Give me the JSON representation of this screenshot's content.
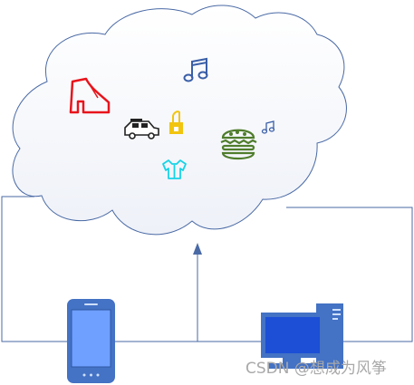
{
  "diagram": {
    "nodes": [
      {
        "id": "cloud",
        "kind": "cloud"
      },
      {
        "id": "smartphone",
        "kind": "device",
        "icon": "smartphone-icon"
      },
      {
        "id": "desktop-pc",
        "kind": "device",
        "icon": "desktop-computer-icon"
      }
    ],
    "cloud_icons": [
      "high-heel-shoe-icon",
      "music-note-icon",
      "taxi-icon",
      "lipstick-icon",
      "small-music-note-icon",
      "hamburger-icon",
      "shirt-icon"
    ],
    "connections": [
      {
        "from": "smartphone",
        "to": "cloud",
        "style": "line"
      },
      {
        "from": "desktop-pc",
        "to": "cloud",
        "style": "line"
      },
      {
        "from": "bus",
        "to": "cloud",
        "style": "arrow"
      }
    ],
    "colors": {
      "cloud_stroke": "#4a6aa5",
      "cloud_fill": "#f4f6fb",
      "device_blue": "#4472c4",
      "shoe": "#e8141c",
      "music": "#3a5fa8",
      "lipstick": "#f1c40f",
      "burger": "#4f7d2c",
      "shirt": "#17d3e6"
    }
  },
  "watermark": "CSDN @想成为风筝"
}
